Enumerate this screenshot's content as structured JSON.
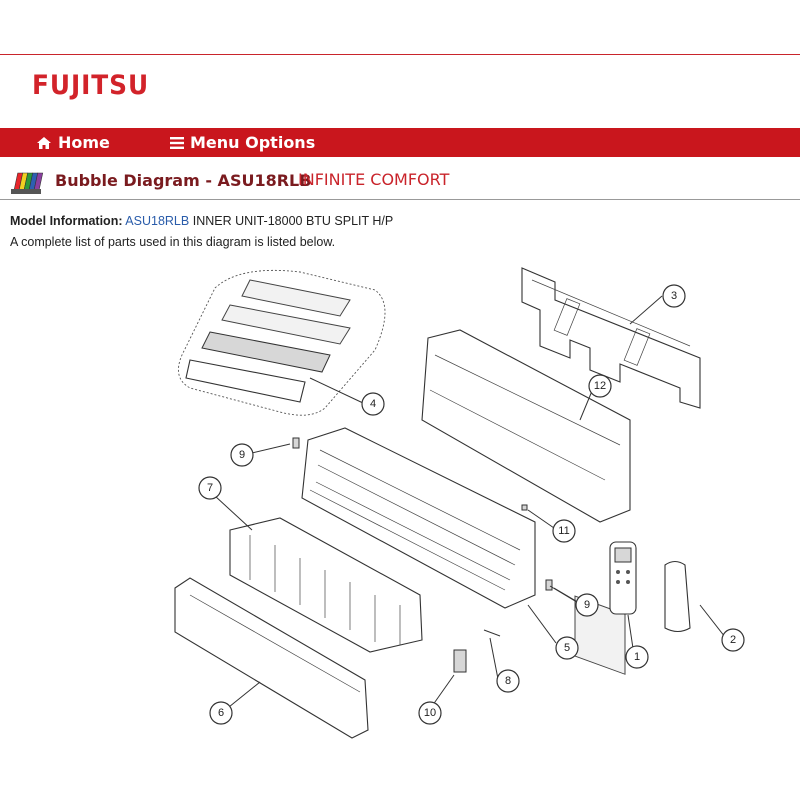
{
  "header": {
    "logo_text": "FUJITSU",
    "brand_color": "#d2232a"
  },
  "nav": {
    "home_label": "Home",
    "menu_label": "Menu Options",
    "bar_color": "#c9161d"
  },
  "page": {
    "title": "Bubble Diagram - ASU18RLB",
    "subtitle": "INFINITE COMFORT",
    "model_label": "Model Information:",
    "model_link": "ASU18RLB",
    "model_desc": "INNER UNIT-18000 BTU SPLIT H/P",
    "description": "A complete list of parts used in this diagram is listed below."
  },
  "diagram": {
    "callouts": [
      "1",
      "2",
      "3",
      "4",
      "5",
      "6",
      "7",
      "8",
      "9",
      "9",
      "10",
      "11",
      "12"
    ]
  }
}
